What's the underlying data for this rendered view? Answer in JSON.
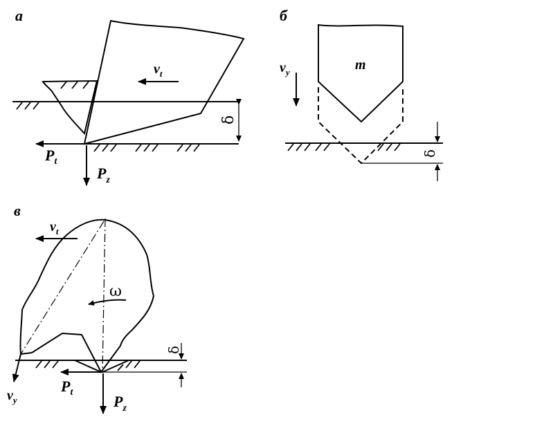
{
  "panels": {
    "a": {
      "letter": "а",
      "v_label": "v",
      "v_sub": "t",
      "pt_label": "P",
      "pt_sub": "t",
      "pz_label": "P",
      "pz_sub": "z",
      "delta": "δ"
    },
    "b": {
      "letter": "б",
      "v_label": "v",
      "v_sub": "y",
      "mass": "m",
      "delta": "δ"
    },
    "c": {
      "letter": "в",
      "vt_label": "v",
      "vt_sub": "t",
      "vy_label": "v",
      "vy_sub": "y",
      "omega": "ω",
      "pt_label": "P",
      "pt_sub": "t",
      "pz_label": "P",
      "pz_sub": "z",
      "delta": "δ"
    }
  }
}
